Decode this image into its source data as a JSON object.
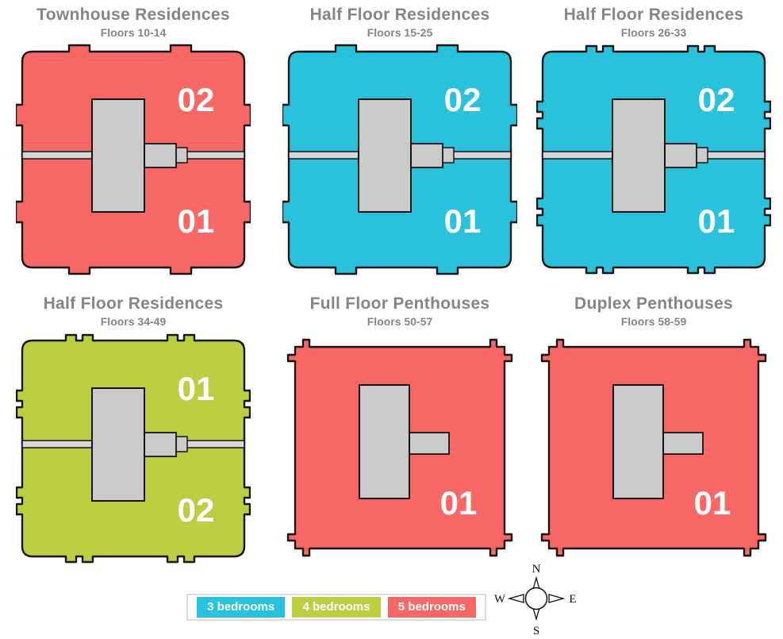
{
  "colors": {
    "red": "#f66766",
    "cyan": "#29c1dc",
    "green": "#bdce42",
    "core": "#cbcbcb",
    "corridor": "#d6d6d6",
    "outline": "#151515",
    "title_gray": "#858585"
  },
  "panels": [
    {
      "title": "Townhouse Residences",
      "subtitle": "Floors 10-14",
      "color": "red",
      "type": "half",
      "edge": "single",
      "units": [
        {
          "label": "02"
        },
        {
          "label": "01"
        }
      ]
    },
    {
      "title": "Half Floor Residences",
      "subtitle": "Floors 15-25",
      "color": "cyan",
      "type": "half",
      "edge": "single",
      "units": [
        {
          "label": "02"
        },
        {
          "label": "01"
        }
      ]
    },
    {
      "title": "Half Floor Residences",
      "subtitle": "Floors 26-33",
      "color": "cyan",
      "type": "half",
      "edge": "double",
      "units": [
        {
          "label": "02"
        },
        {
          "label": "01"
        }
      ]
    },
    {
      "title": "Half Floor Residences",
      "subtitle": "Floors 34-49",
      "color": "green",
      "type": "half",
      "edge": "double",
      "units": [
        {
          "label": "01"
        },
        {
          "label": "02"
        }
      ]
    },
    {
      "title": "Full Floor Penthouses",
      "subtitle": "Floors 50-57",
      "color": "red",
      "type": "full",
      "edge": "corner",
      "units": [
        {
          "label": "01"
        }
      ]
    },
    {
      "title": "Duplex Penthouses",
      "subtitle": "Floors 58-59",
      "color": "red",
      "type": "full",
      "edge": "corner",
      "units": [
        {
          "label": "01"
        }
      ]
    }
  ],
  "legend": {
    "items": [
      {
        "label": "3 bedrooms",
        "color": "#29c1dc"
      },
      {
        "label": "4 bedrooms",
        "color": "#bdce42"
      },
      {
        "label": "5 bedrooms",
        "color": "#f66766"
      }
    ]
  },
  "compass": {
    "north": "N",
    "east": "E",
    "south": "S",
    "west": "W"
  }
}
